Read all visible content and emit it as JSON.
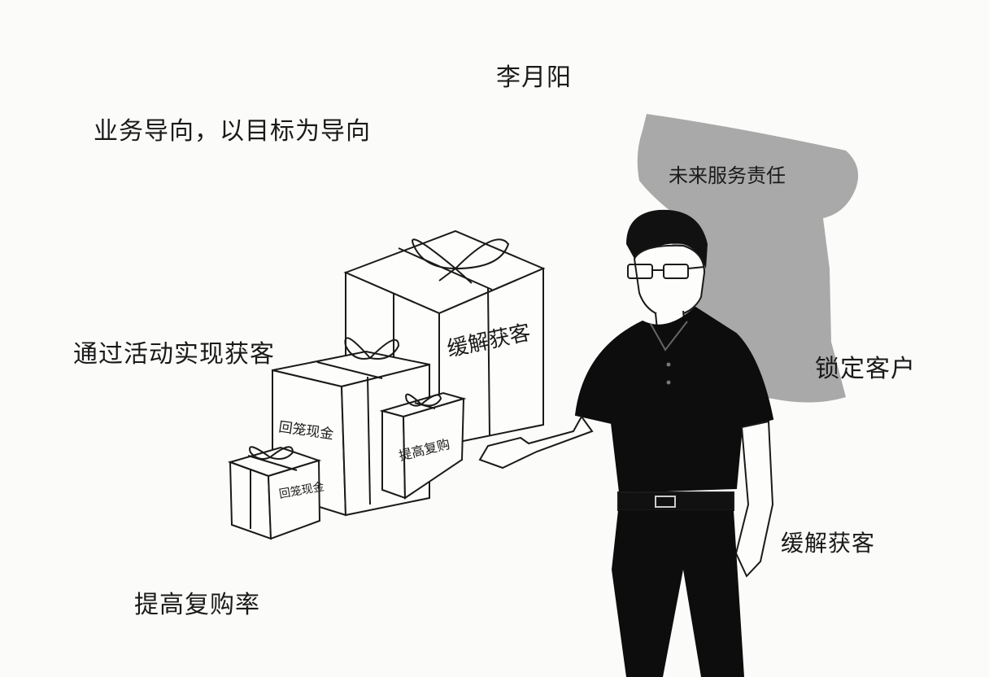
{
  "title": "李月阳",
  "labels": {
    "business_oriented": "业务导向，以目标为导向",
    "acquire_via_activity": "通过活动实现获客",
    "raise_repurchase_rate": "提高复购率",
    "lock_customer": "锁定客户",
    "ease_acquisition_right": "缓解获客"
  },
  "banner": {
    "text": "未来服务责任",
    "color": "#a9a9a9"
  },
  "boxes": {
    "large": "缓解获客",
    "medium": "回笼现金",
    "small_right": "提高复购",
    "small_left": "回笼现金"
  },
  "colors": {
    "ink": "#1a1a1a",
    "shirt": "#0d0d0d",
    "paper": "#fbfbf9"
  }
}
